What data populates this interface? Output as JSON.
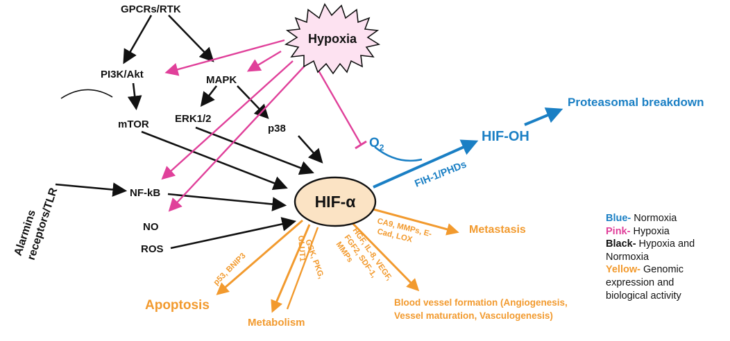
{
  "nodes": {
    "gpcrs": "GPCRs/RTK",
    "hypoxia": "Hypoxia",
    "pi3k": "PI3K/Akt",
    "mapk": "MAPK",
    "mtor": "mTOR",
    "erk": "ERK1/2",
    "p38": "p38",
    "alarmins_line1": "Alarmins",
    "alarmins_line2": "receptors/TLR",
    "nfkb": "NF-kB",
    "no": "NO",
    "ros": "ROS",
    "hif_alpha": "HIF-α",
    "o2": "O",
    "o2_sub": "2",
    "hif_oh": "HIF-OH",
    "proteasomal": "Proteasomal breakdown",
    "fih": "FIH-1/PHDs"
  },
  "outcomes": {
    "metastasis": "Metastasis",
    "apoptosis": "Apoptosis",
    "metabolism": "Metabolism",
    "blood_line1": "Blood vessel formation (Angiogenesis,",
    "blood_line2": "Vessel maturation, Vasculogenesis)"
  },
  "factors": {
    "ca9_line1": "CA9, MMPs, E-",
    "ca9_line2": "Cad, LOX",
    "p53": "p53, BNIP3",
    "glut1": "GLUT1",
    "gsk": "GSK, PKG,",
    "hgf_line1": "HGF, IL-8, VEGF,",
    "hgf_line2": "FGF2, SDF-1,",
    "hgf_line3": "MMPs"
  },
  "legend": {
    "blue_key": "Blue-",
    "blue_text": " Normoxia",
    "pink_key": "Pink-",
    "pink_text": " Hypoxia",
    "black_key": "Black-",
    "black_text": " Hypoxia and",
    "black_text2": "Normoxia",
    "yellow_key": "Yellow-",
    "yellow_text": " Genomic",
    "yellow_text2": "expression and",
    "yellow_text3": "biological activity"
  },
  "colors": {
    "blue": "#1a7fc4",
    "pink": "#e0409a",
    "orange": "#f29a2e",
    "black": "#111111",
    "hif_fill": "#fbe3c4",
    "hypoxia_fill": "#fde2f1"
  }
}
